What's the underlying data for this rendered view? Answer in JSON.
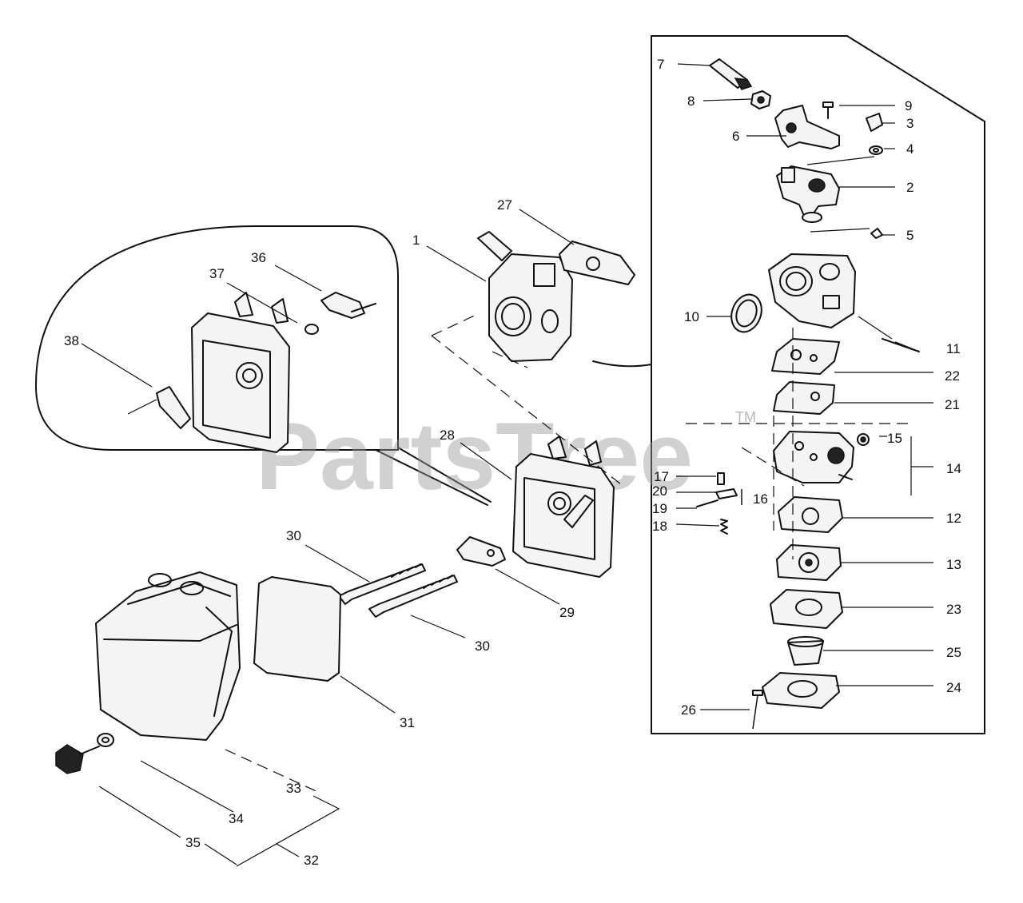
{
  "watermark": {
    "text": "PartsTree",
    "trademark": "TM"
  },
  "callouts": [
    "7",
    "8",
    "9",
    "3",
    "6",
    "4",
    "2",
    "5",
    "27",
    "1",
    "36",
    "37",
    "38",
    "10",
    "11",
    "22",
    "21",
    "15",
    "14",
    "28",
    "17",
    "20",
    "16",
    "19",
    "12",
    "18",
    "13",
    "30",
    "29",
    "23",
    "25",
    "24",
    "26",
    "31",
    "33",
    "34",
    "35",
    "32"
  ]
}
